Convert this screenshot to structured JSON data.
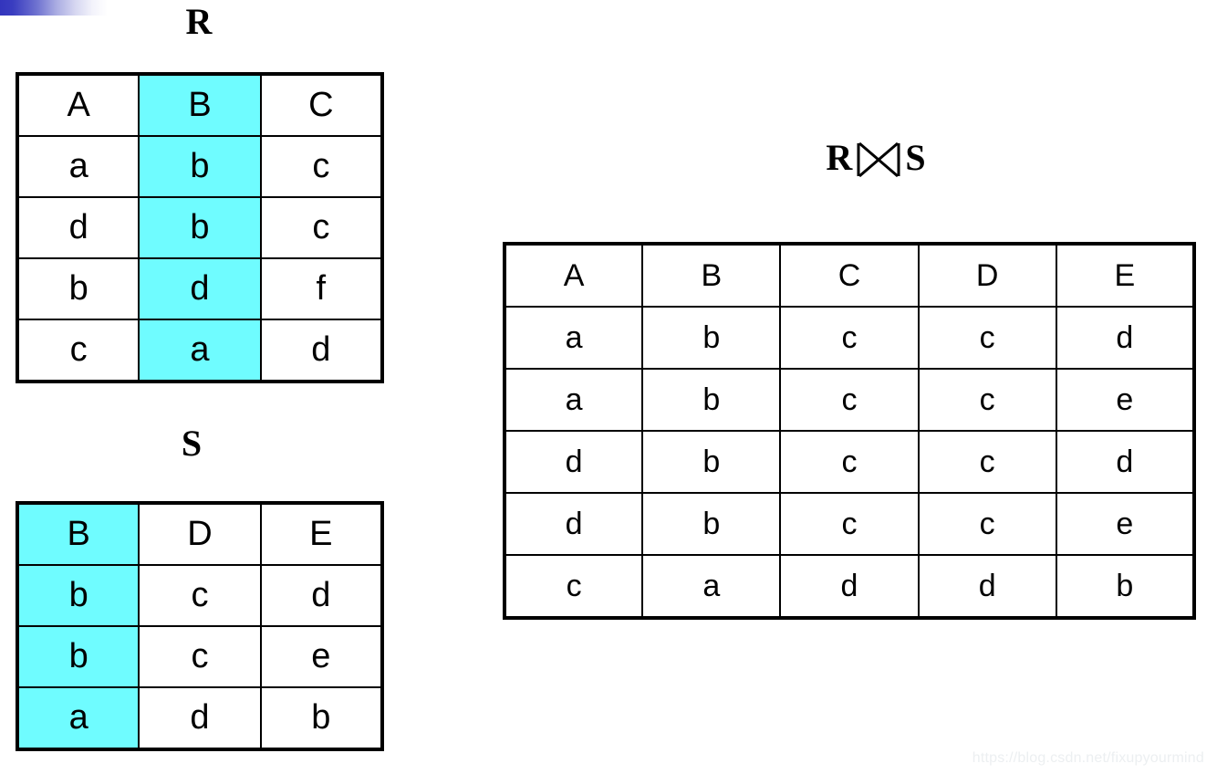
{
  "decor": {
    "corner_bar_color_start": "#3335bd",
    "corner_bar_color_end": "#ffffff"
  },
  "highlight_color": "#6ffcff",
  "titles": {
    "relation_r": "R",
    "relation_s": "S",
    "join_left": "R",
    "join_symbol": "⋈",
    "join_right": "S",
    "join_full": "R ⋈ S"
  },
  "tables": {
    "r": {
      "name": "R",
      "columns": [
        "A",
        "B",
        "C"
      ],
      "highlight_column_index": 1,
      "rows": [
        [
          "a",
          "b",
          "c"
        ],
        [
          "d",
          "b",
          "c"
        ],
        [
          "b",
          "d",
          "f"
        ],
        [
          "c",
          "a",
          "d"
        ]
      ]
    },
    "s": {
      "name": "S",
      "columns": [
        "B",
        "D",
        "E"
      ],
      "highlight_column_index": 0,
      "rows": [
        [
          "b",
          "c",
          "d"
        ],
        [
          "b",
          "c",
          "e"
        ],
        [
          "a",
          "d",
          "b"
        ]
      ]
    },
    "join": {
      "name": "R ⋈ S",
      "columns": [
        "A",
        "B",
        "C",
        "D",
        "E"
      ],
      "highlight_column_index": -1,
      "rows": [
        [
          "a",
          "b",
          "c",
          "c",
          "d"
        ],
        [
          "a",
          "b",
          "c",
          "c",
          "e"
        ],
        [
          "d",
          "b",
          "c",
          "c",
          "d"
        ],
        [
          "d",
          "b",
          "c",
          "c",
          "e"
        ],
        [
          "c",
          "a",
          "d",
          "d",
          "b"
        ]
      ]
    }
  },
  "watermark": {
    "text": "https://blog.csdn.net/fixupyourmind"
  }
}
